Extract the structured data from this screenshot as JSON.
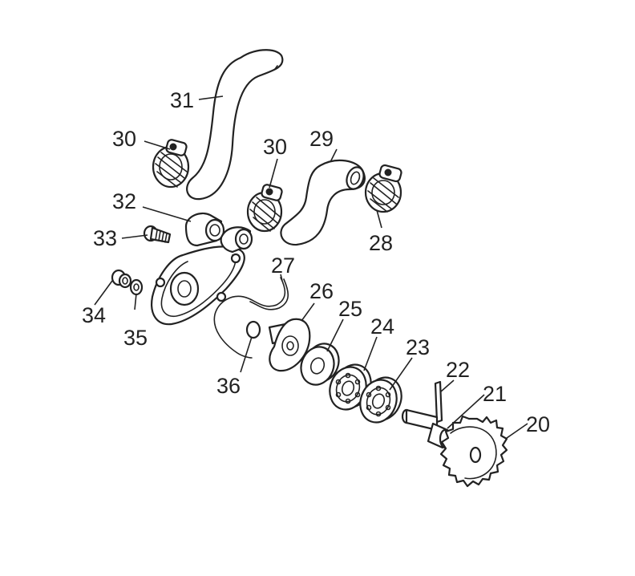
{
  "diagram": {
    "callouts": {
      "p20": "20",
      "p21": "21",
      "p22": "22",
      "p23": "23",
      "p24": "24",
      "p25": "25",
      "p26": "26",
      "p27": "27",
      "p28": "28",
      "p29": "29",
      "p30a": "30",
      "p30b": "30",
      "p31": "31",
      "p32": "32",
      "p33": "33",
      "p34": "34",
      "p35": "35",
      "p36": "36"
    }
  }
}
